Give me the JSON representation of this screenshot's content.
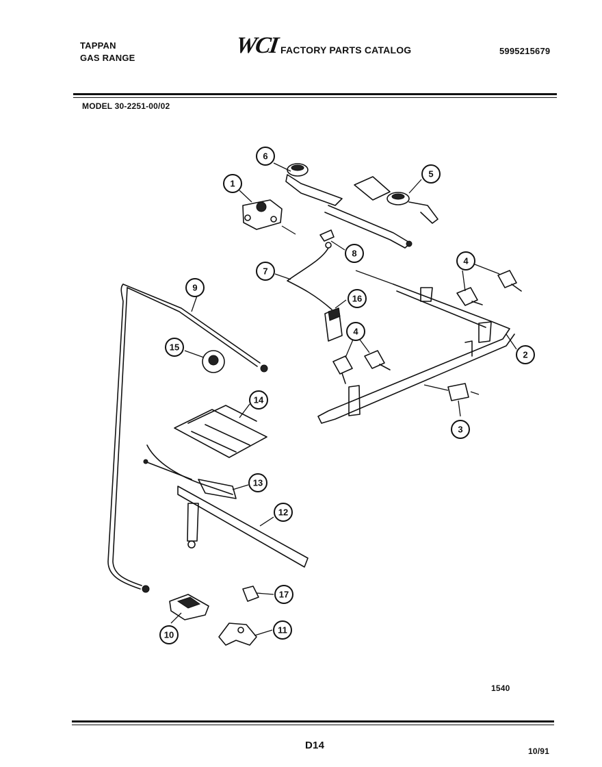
{
  "header": {
    "brand_line1": "TAPPAN",
    "brand_line2": "GAS RANGE",
    "logo_text": "WCI",
    "catalog_title": "FACTORY PARTS CATALOG",
    "catalog_number": "5995215679",
    "model_label": "MODEL 30-2251-00/02"
  },
  "diagram": {
    "callouts": [
      "1",
      "2",
      "3",
      "4",
      "4",
      "5",
      "6",
      "7",
      "8",
      "9",
      "10",
      "11",
      "12",
      "13",
      "14",
      "15",
      "16",
      "17"
    ],
    "figure_number": "1540"
  },
  "footer": {
    "page_code": "D14",
    "date": "10/91"
  }
}
